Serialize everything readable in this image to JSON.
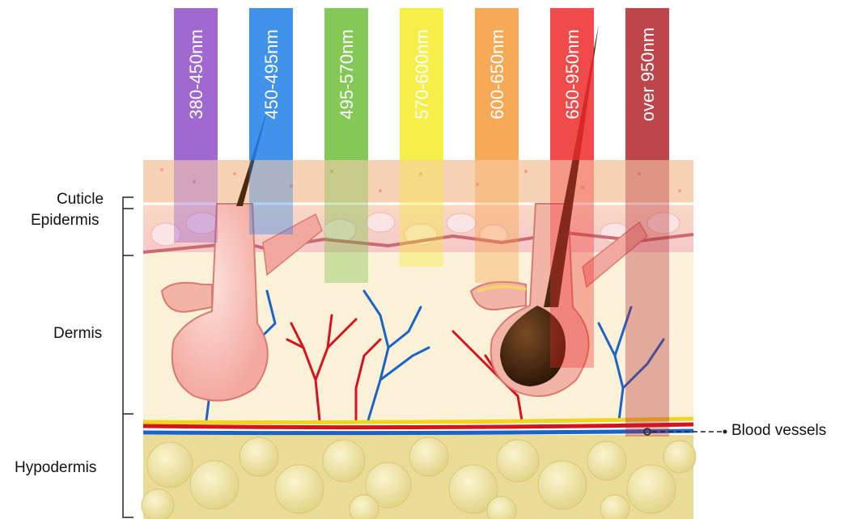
{
  "layers": {
    "cuticle": "Cuticle",
    "epidermis": "Epidermis",
    "dermis": "Dermis",
    "hypodermis": "Hypodermis"
  },
  "bands": [
    {
      "label": "380-450nm",
      "color": "#8e4fc8"
    },
    {
      "label": "450-495nm",
      "color": "#1e7fe8"
    },
    {
      "label": "495-570nm",
      "color": "#6fbe3a"
    },
    {
      "label": "570-600nm",
      "color": "#f4ec2a"
    },
    {
      "label": "600-650nm",
      "color": "#f59a3a"
    },
    {
      "label": "650-950nm",
      "color": "#ee2a2a"
    },
    {
      "label": "over  950nm",
      "color": "#b3262c"
    }
  ],
  "annotation": {
    "blood_vessels": "Blood vessels"
  },
  "colors": {
    "epidermis": "#f6c9c0",
    "dermis": "#fbf1d8",
    "fat": "#efe3a2",
    "artery": "#d4141e",
    "vein": "#1a64c8",
    "hair": "#4a2a14"
  }
}
